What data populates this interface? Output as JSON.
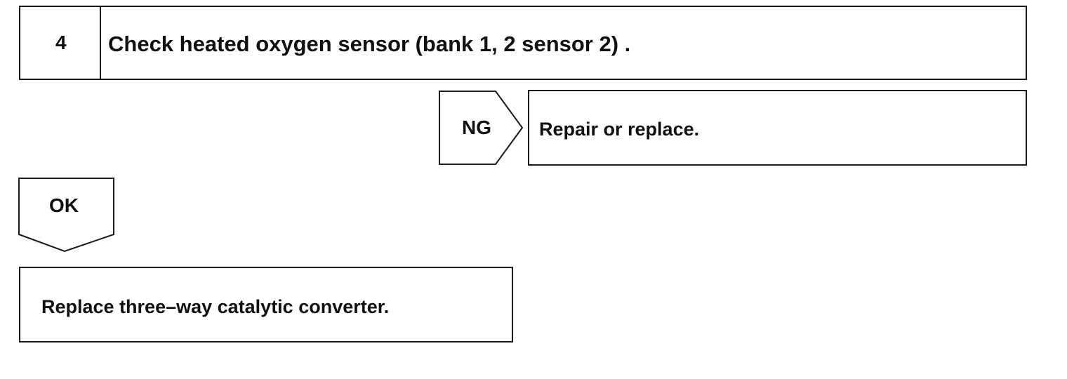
{
  "step": {
    "number": "4",
    "title": "Check heated oxygen sensor (bank 1, 2 sensor 2) ."
  },
  "ng_branch": {
    "label": "NG",
    "result": "Repair or replace."
  },
  "ok_branch": {
    "label": "OK"
  },
  "final_step": {
    "text": "Replace three–way catalytic converter."
  },
  "colors": {
    "line": "#1a1a1a",
    "background": "#ffffff",
    "text": "#111111"
  }
}
